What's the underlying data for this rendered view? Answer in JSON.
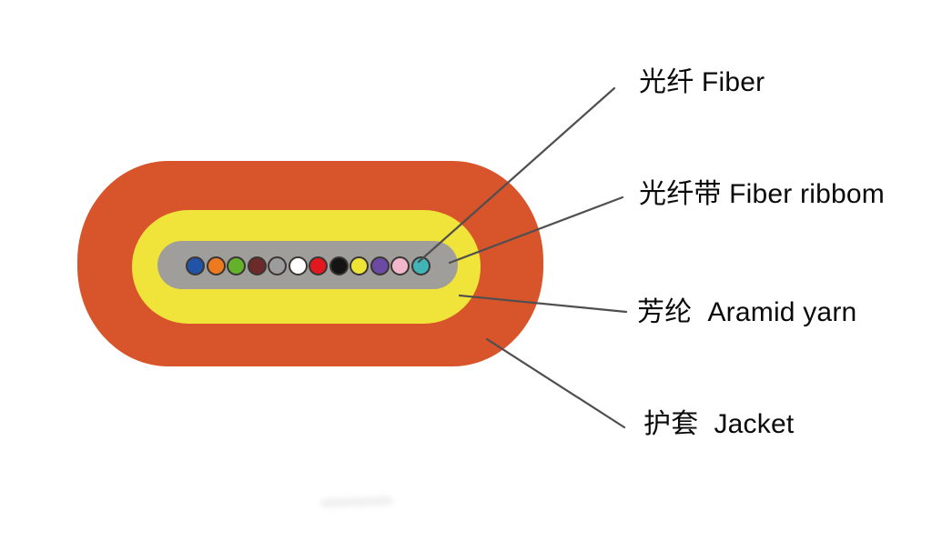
{
  "diagram": {
    "type": "cable-cross-section",
    "leader_line_color": "#4f4f4f",
    "jacket": {
      "zh": "护套",
      "en": "Jacket",
      "color": "#D8542B"
    },
    "aramid": {
      "zh": "芳纶",
      "en": "Aramid yarn",
      "color": "#F0E33A"
    },
    "ribbon": {
      "zh": "光纤带",
      "en": "Fiber ribbom",
      "color": "#A09E9B"
    },
    "fibers": {
      "zh": "光纤",
      "en": "Fiber",
      "count": 12,
      "ring_color": "#3a3633",
      "color_names": [
        "blue",
        "orange",
        "green",
        "brown",
        "slate",
        "white",
        "red",
        "black",
        "yellow",
        "violet",
        "rose",
        "aqua"
      ],
      "colors": [
        "#2153A8",
        "#EE7A1F",
        "#64B22C",
        "#6C2B29",
        "#9C9C9C",
        "#FFFFFF",
        "#E3171E",
        "#141414",
        "#EDE436",
        "#6C4AA4",
        "#F3B7CC",
        "#41B4B6"
      ]
    }
  },
  "callouts": [
    {
      "id": "fiber",
      "text": "光纤 Fiber"
    },
    {
      "id": "ribbon",
      "text": "光纤带 Fiber ribbom"
    },
    {
      "id": "aramid",
      "text": "芳纶  Aramid yarn"
    },
    {
      "id": "jacket",
      "text": "护套  Jacket"
    }
  ]
}
